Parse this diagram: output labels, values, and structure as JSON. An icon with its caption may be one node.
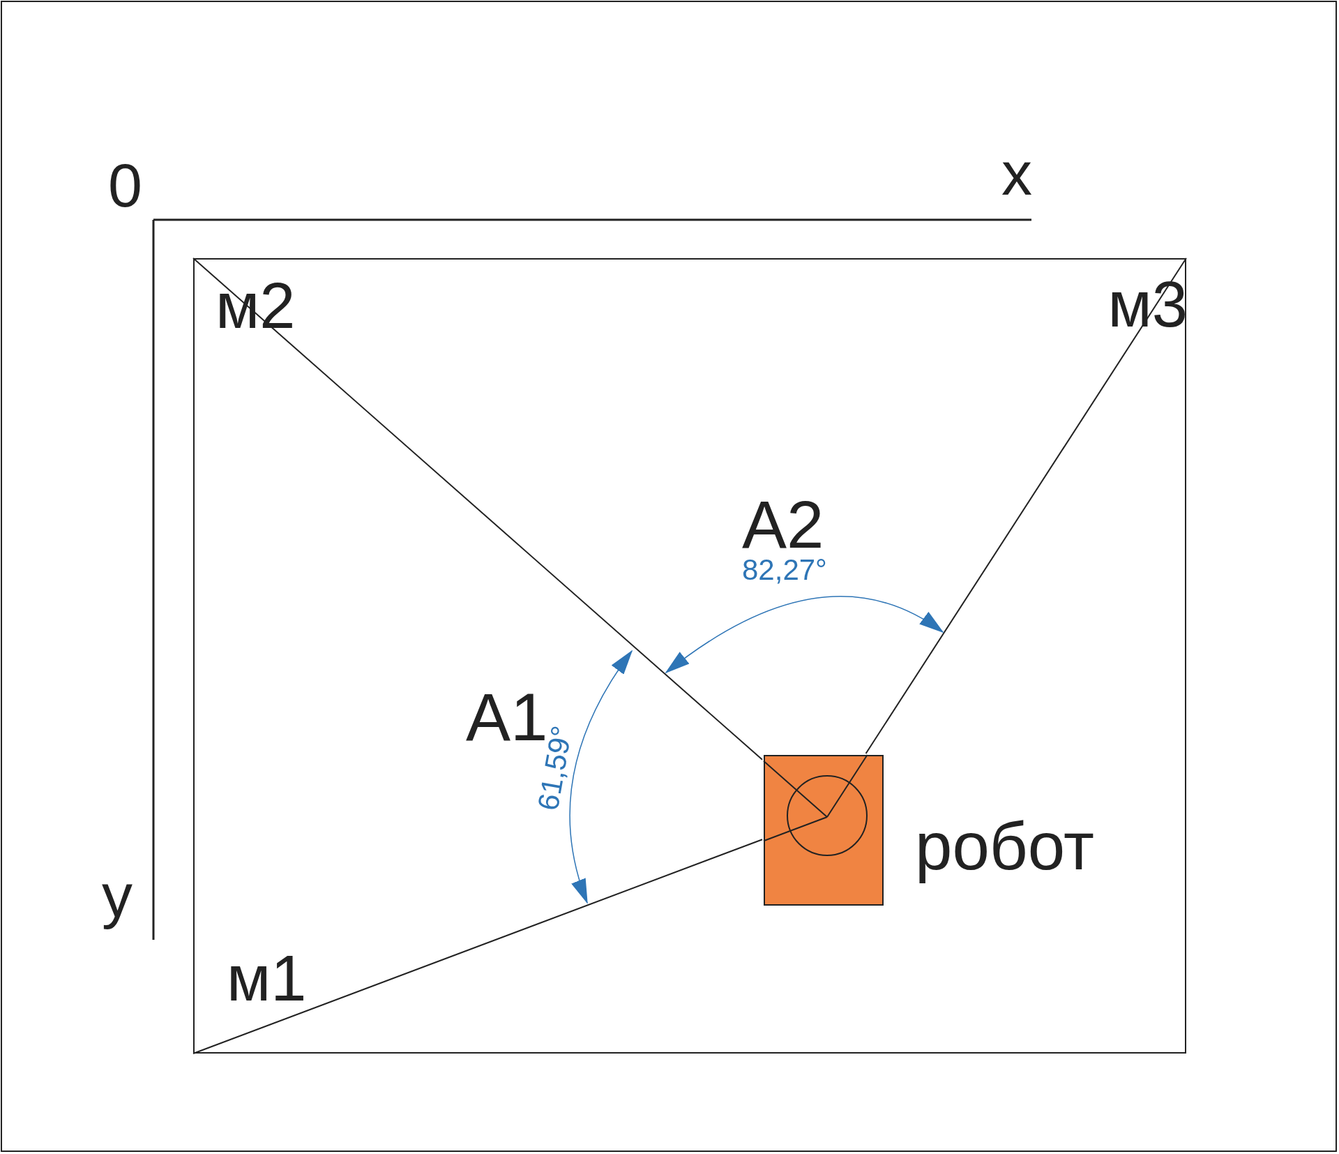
{
  "diagram": {
    "nodes": [
      {
        "text": [],
        "shape": "box"
      },
      {
        "text": [
          "м2"
        ],
        "in": 0
      },
      {
        "text": [
          "м3"
        ],
        "in": 0
      },
      {
        "text": [],
        "shape": "box",
        "beside": [
          "робот"
        ],
        "in": 0
      },
      {
        "text": [
          "м1"
        ],
        "in": 0
      }
    ],
    "edges": [
      {
        "from": 3,
        "to": 1,
        "arrow": "none"
      },
      {
        "from": 3,
        "to": 2,
        "arrow": "none"
      },
      {
        "from": 3,
        "to": 4,
        "arrow": "none"
      }
    ],
    "labels": [
      "0",
      "x",
      "A2",
      "82,27°",
      "A1",
      "61,59°",
      "y"
    ]
  }
}
